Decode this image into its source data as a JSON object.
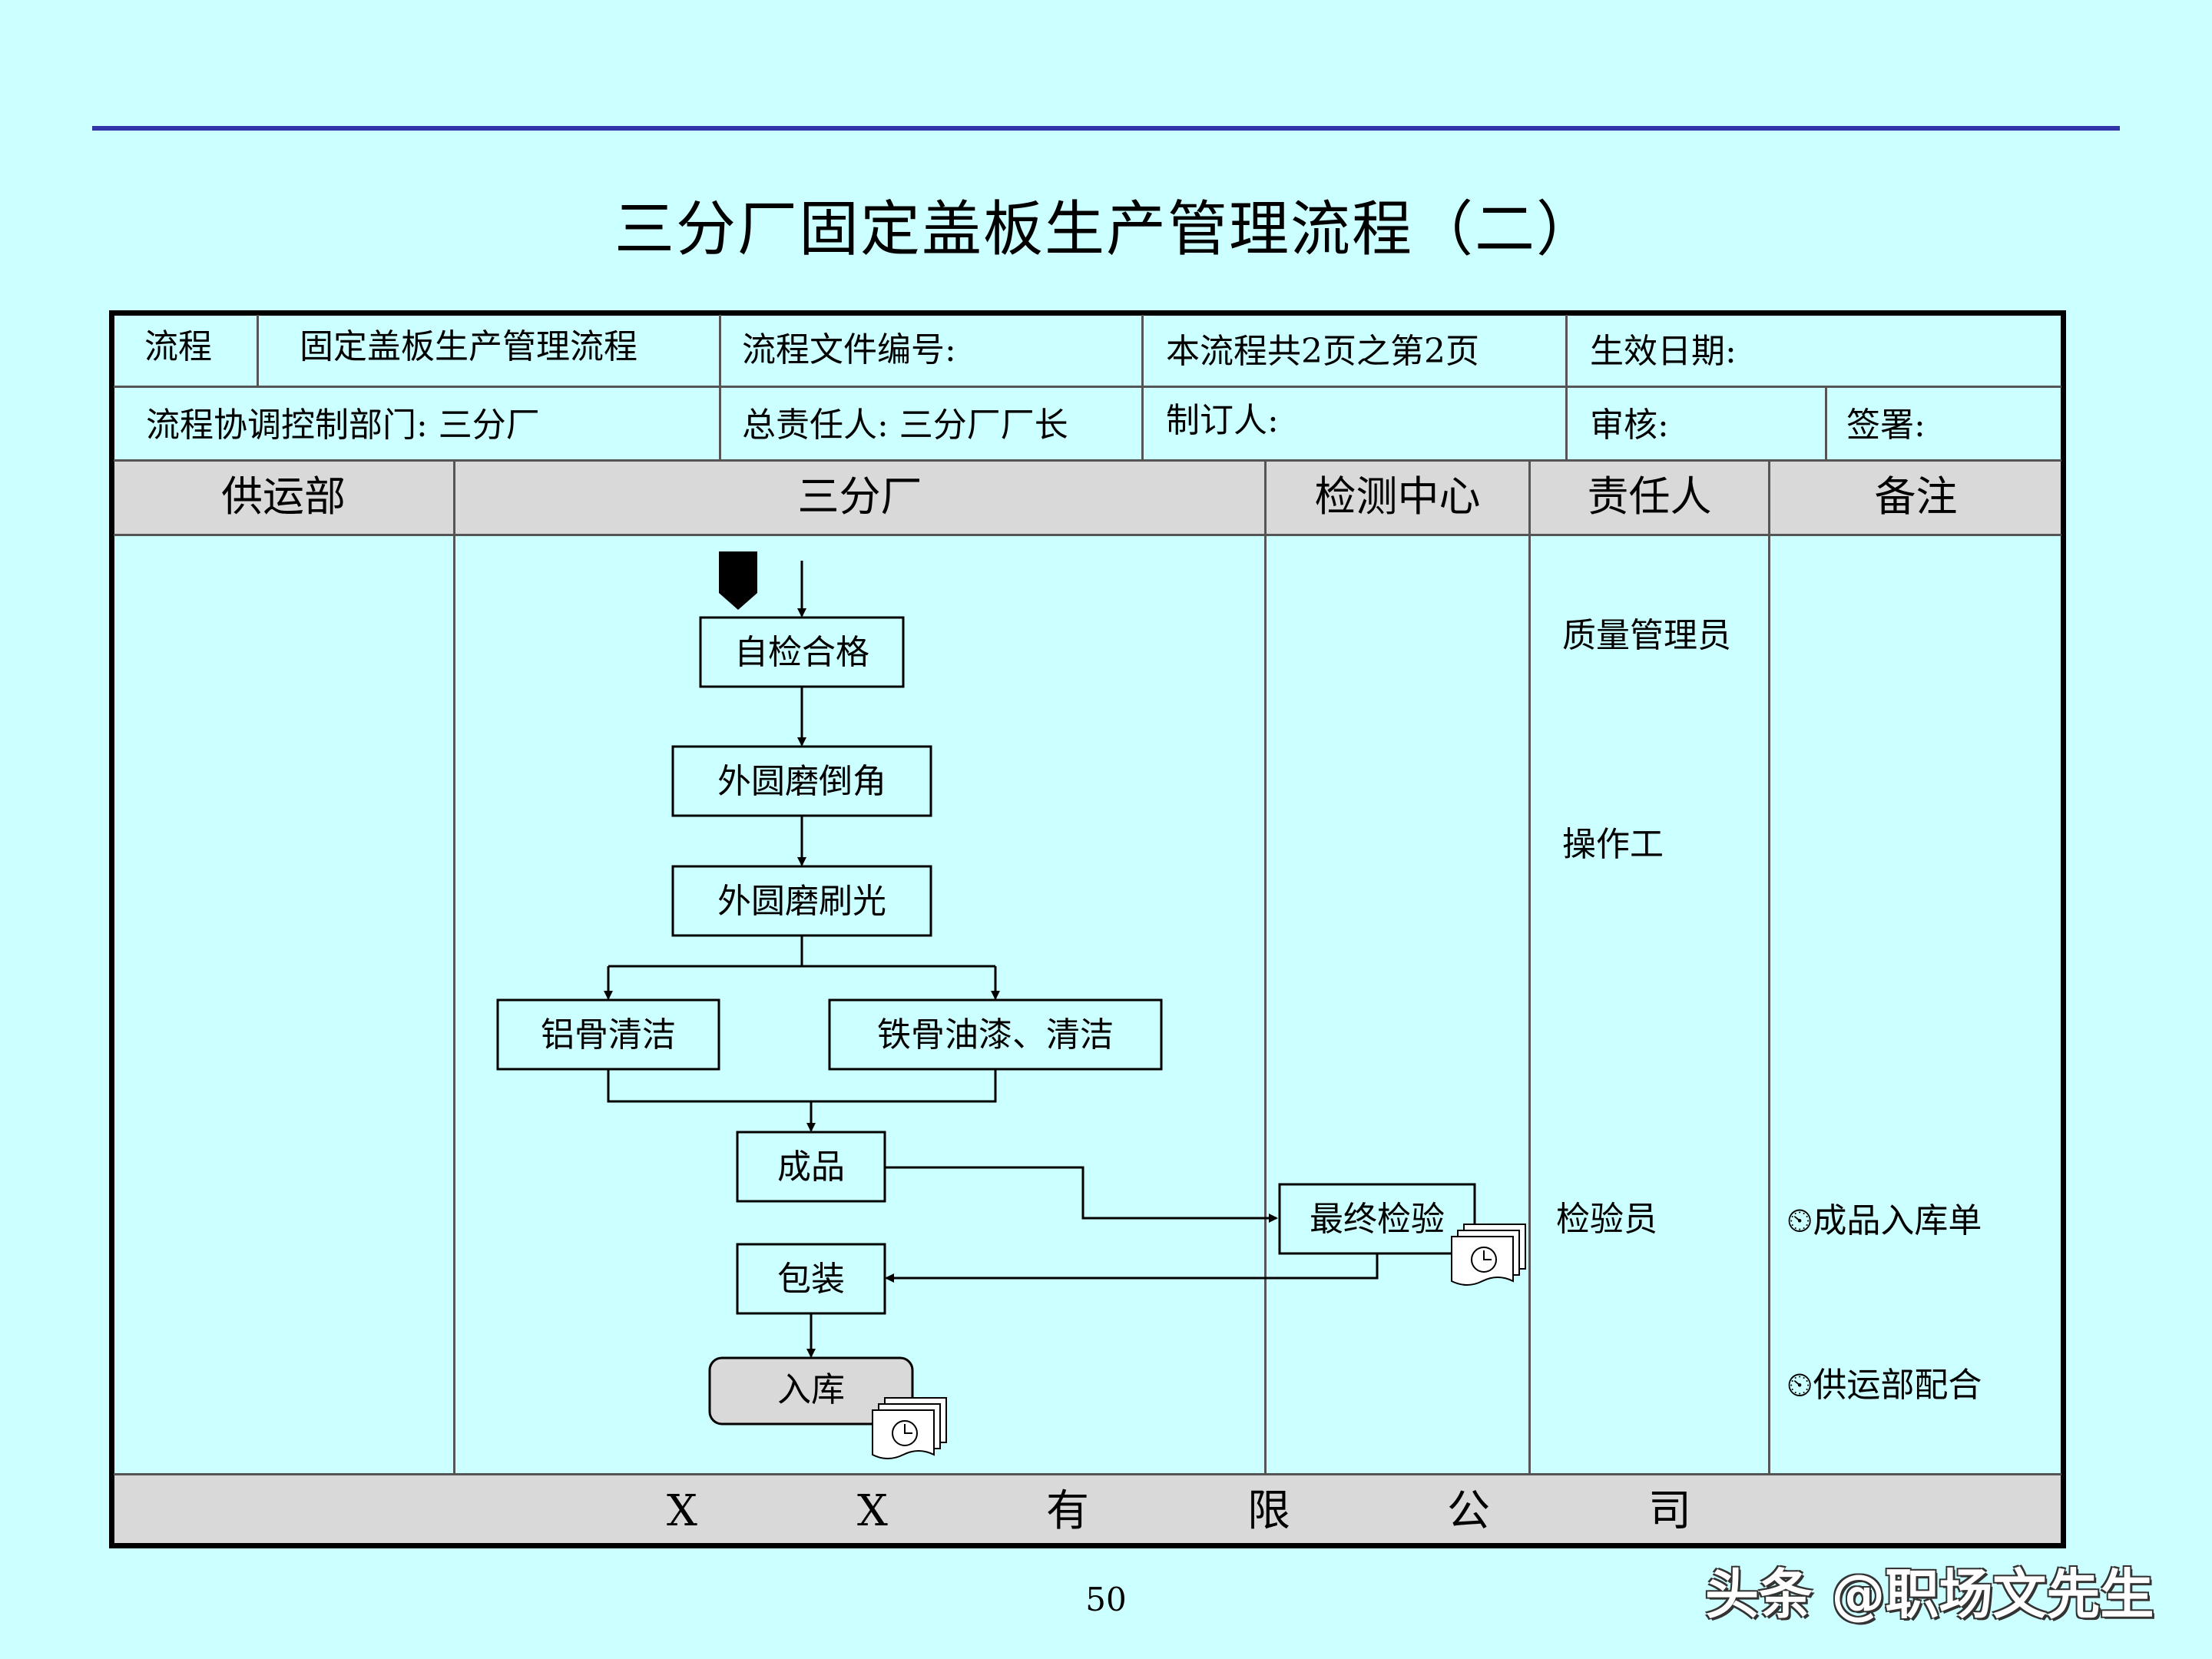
{
  "title": "三分厂固定盖板生产管理流程（二）",
  "header": {
    "row1": {
      "process_label": "流程",
      "process_name": "固定盖板生产管理流程",
      "file_no": "流程文件编号:",
      "pages": "本流程共2页之第2页",
      "effective_date": "生效日期:"
    },
    "row2": {
      "control_dept": "流程协调控制部门: 三分厂",
      "owner": "总责任人: 三分厂厂长",
      "author": "制订人:",
      "review": "审核:",
      "sign": "签署:"
    }
  },
  "lanes": {
    "supply": "供运部",
    "factory": "三分厂",
    "inspection": "检测中心",
    "responsible": "责任人",
    "remarks": "备注"
  },
  "nodes": {
    "self_check": "自检合格",
    "chamfer": "外圆磨倒角",
    "polish": "外圆磨刷光",
    "al_clean": "铝骨清洁",
    "fe_paint": "铁骨油漆、清洁",
    "product": "成品",
    "final_check": "最终检验",
    "pack": "包装",
    "store": "入库"
  },
  "responsible": {
    "qa": "质量管理员",
    "operator": "操作工",
    "inspector": "检验员"
  },
  "remarks": {
    "r1": "⏲成品入库单",
    "r2": "⏲供运部配合"
  },
  "footer": [
    "X",
    "X",
    "有",
    "限",
    "公",
    "司"
  ],
  "page_number": "50",
  "watermark": "头条 @职场文先生"
}
